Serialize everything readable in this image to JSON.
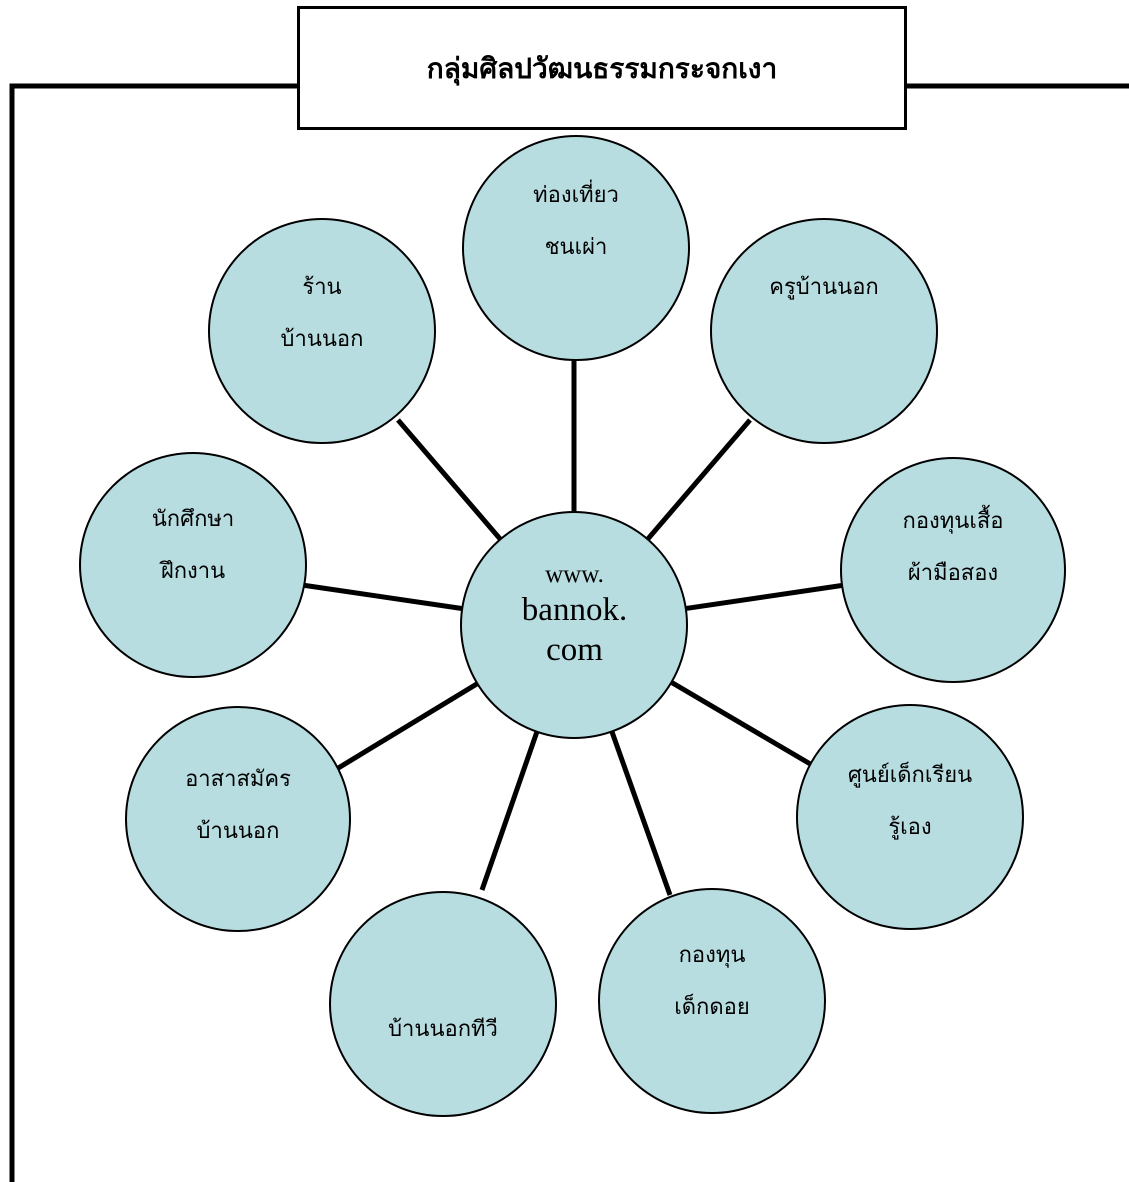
{
  "title": "กลุ่มศิลปวัฒนธรรมกระจกเงา",
  "center": {
    "lines": [
      "www.",
      "bannok.",
      "com"
    ]
  },
  "nodes": [
    {
      "id": "tourism",
      "lines": [
        "ท่องเที่ยว",
        "ชนเผ่า"
      ]
    },
    {
      "id": "teacher",
      "lines": [
        "ครูบ้านนอก"
      ]
    },
    {
      "id": "clothes-fund",
      "lines": [
        "กองทุนเสื้อ",
        "ผ้ามือสอง"
      ]
    },
    {
      "id": "learning-center",
      "lines": [
        "ศูนย์เด็กเรียน",
        "รู้เอง"
      ]
    },
    {
      "id": "children-fund",
      "lines": [
        "กองทุน",
        "เด็กดอย"
      ]
    },
    {
      "id": "tv",
      "lines": [
        "บ้านนอกทีวี"
      ]
    },
    {
      "id": "volunteer",
      "lines": [
        "อาสาสมัคร",
        "บ้านนอก"
      ]
    },
    {
      "id": "intern",
      "lines": [
        "นักศึกษา",
        "ฝึกงาน"
      ]
    },
    {
      "id": "shop",
      "lines": [
        "ร้าน",
        "บ้านนอก"
      ]
    }
  ],
  "colors": {
    "node_fill": "#b7dde1",
    "stroke": "#000000"
  }
}
